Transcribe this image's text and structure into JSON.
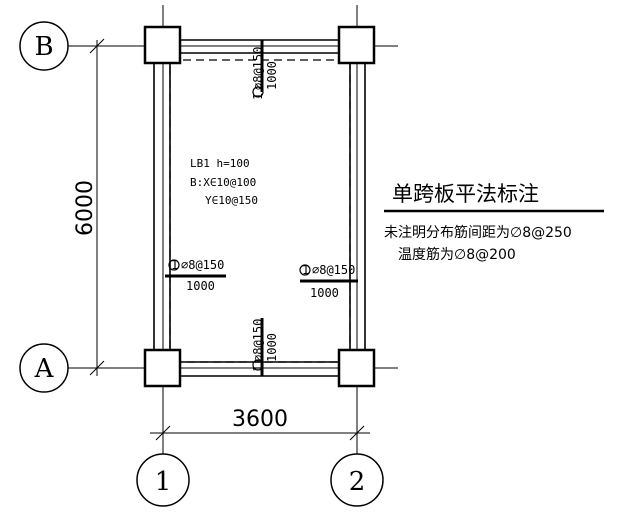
{
  "grid": {
    "axis_b": "B",
    "axis_a": "A",
    "axis_1": "1",
    "axis_2": "2",
    "dim_vertical": "6000",
    "dim_horizontal": "3600"
  },
  "slab": {
    "name": "LB1 h=100",
    "x_rebar": "B:X∈10@100",
    "y_rebar": "Y∈10@150"
  },
  "rebars": {
    "top": {
      "num": "1",
      "spec": "∅8@150",
      "len": "1000"
    },
    "bottom": {
      "num": "1",
      "spec": "∅8@150",
      "len": "1000"
    },
    "left": {
      "num": "1",
      "spec": "∅8@150",
      "len": "1000"
    },
    "right": {
      "num": "1",
      "spec": "∅8@150",
      "len": "1000"
    }
  },
  "legend": {
    "title": "单跨板平法标注",
    "note1": "未注明分布筋间距为∅8@250",
    "note2": "温度筋为∅8@200"
  }
}
